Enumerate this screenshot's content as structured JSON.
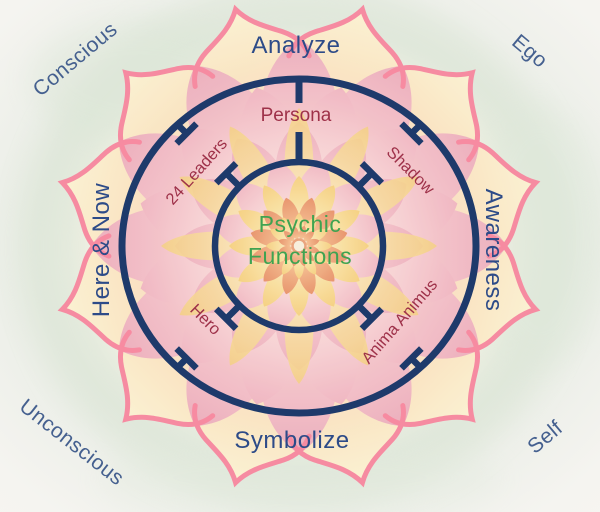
{
  "diagram_title": "psychic-functions-mandala",
  "labels": {
    "center": {
      "line1": "Psychic",
      "line2": "Functions"
    },
    "function_ring": {
      "top": "Persona",
      "upper_right": "Shadow",
      "lower_right": "Anima Animus",
      "lower_left": "Hero",
      "upper_left": "24 Leaders"
    },
    "process_ring": {
      "top": "Analyze",
      "right": "Awareness",
      "bottom": "Symbolize",
      "left": "Here & Now"
    },
    "corners": {
      "top_left": "Conscious",
      "top_right": "Ego",
      "bottom_left": "Unconscious",
      "bottom_right": "Self"
    }
  },
  "colors": {
    "circle_navy": "#1e3a6b",
    "process_text_navy": "#2d4b88",
    "corner_text_steel": "#45608f",
    "function_text_maroon": "#9e3149",
    "center_text_green": "#3fa351",
    "petal_outline_pink": "#f8849d",
    "background_sage": "#e0e8dc"
  }
}
